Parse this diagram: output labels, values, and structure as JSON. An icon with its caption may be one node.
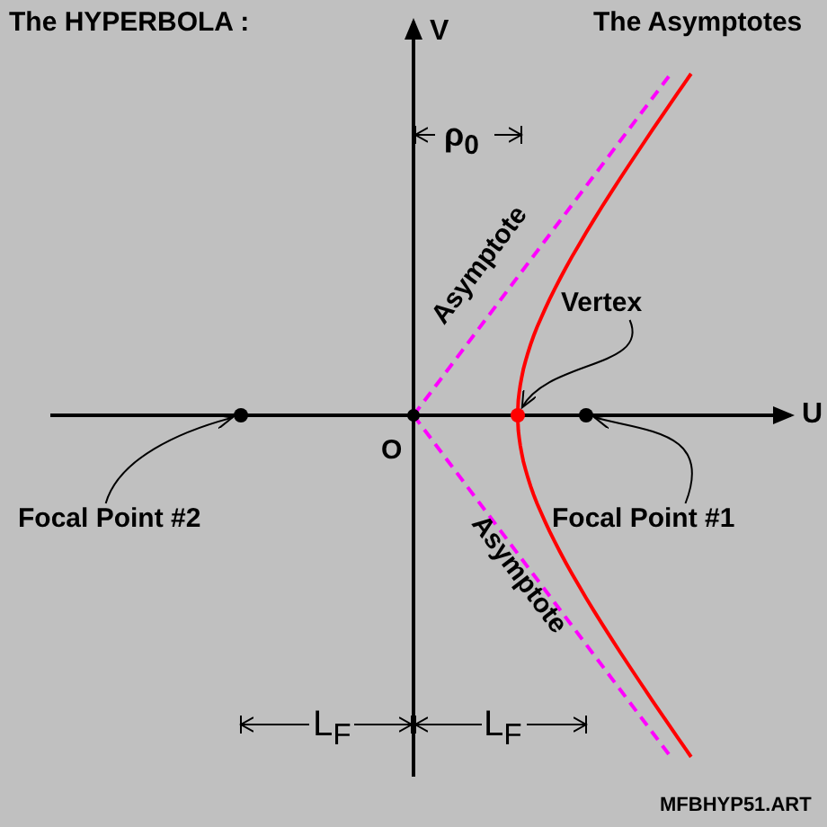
{
  "diagram": {
    "title": "The HYPERBOLA :",
    "nodes": [
      {
        "text": [
          "Vertex"
        ]
      },
      {
        "text": [
          "Focal Point #2"
        ]
      },
      {
        "text": [
          "Focal Point #1"
        ]
      },
      {
        "text": [],
        "shape": "circle"
      },
      {
        "text": [],
        "shape": "circle"
      },
      {
        "text": [],
        "shape": "circle"
      }
    ],
    "edges": [
      {
        "from": 0,
        "to": 4,
        "arrow": "to"
      },
      {
        "from": 2,
        "to": 5,
        "arrow": "to"
      },
      {
        "from": 1,
        "to": 3,
        "arrow": "to"
      }
    ],
    "labels": [
      "The Asymptotes",
      "V",
      "ρ$_{0}$",
      "Asymptote",
      "U",
      "O",
      "Asymptote",
      "L$_{F}$",
      "L$_{F}$",
      "MFBHYP51.ART"
    ]
  }
}
